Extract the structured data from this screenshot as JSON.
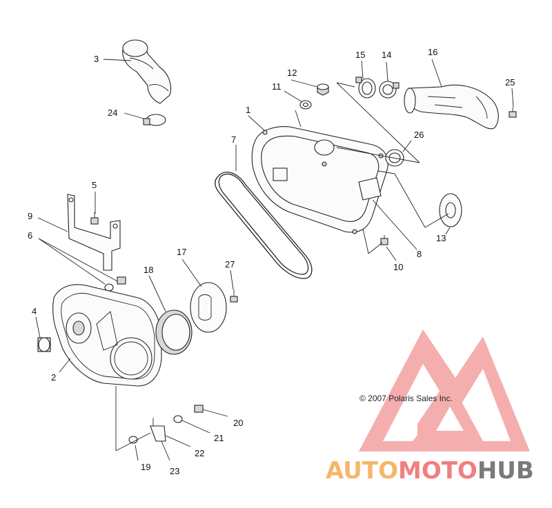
{
  "callouts": {
    "c1": "1",
    "c2": "2",
    "c3": "3",
    "c4": "4",
    "c5": "5",
    "c6": "6",
    "c7": "7",
    "c8": "8",
    "c9": "9",
    "c10": "10",
    "c11": "11",
    "c12": "12",
    "c13": "13",
    "c14": "14",
    "c15": "15",
    "c16": "16",
    "c17": "17",
    "c18": "18",
    "c19": "19",
    "c20": "20",
    "c21": "21",
    "c22": "22",
    "c23": "23",
    "c24": "24",
    "c25": "25",
    "c26": "26",
    "c27": "27"
  },
  "copyright": "© 2007 Polaris Sales Inc.",
  "watermark": {
    "word_part1": "AUTO",
    "word_part2": "MOTO",
    "word_part3": "HUB",
    "color_orange": "#f6b66a",
    "color_pink": "#f08080",
    "color_gray": "#7a7a7a"
  }
}
